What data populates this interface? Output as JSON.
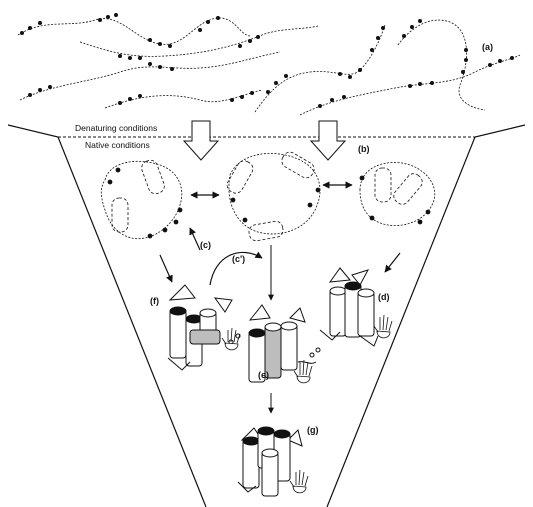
{
  "conditions": {
    "denaturing": "Denaturing conditions",
    "native": "Native conditions"
  },
  "labels": {
    "a": "(a)",
    "b": "(b)",
    "c": "(c)",
    "c_prime": "(c')",
    "d": "(d)",
    "e": "(e)",
    "f": "(f)",
    "g": "(g)"
  },
  "colors": {
    "ink": "#111111",
    "background": "#ffffff",
    "shading": "#bdbdbd"
  },
  "icons": {
    "funnel": "folding-funnel-outline",
    "chain": "beaded-polypeptide-chain",
    "helix": "cylinder-helix",
    "hand": "cartoon-hand"
  }
}
